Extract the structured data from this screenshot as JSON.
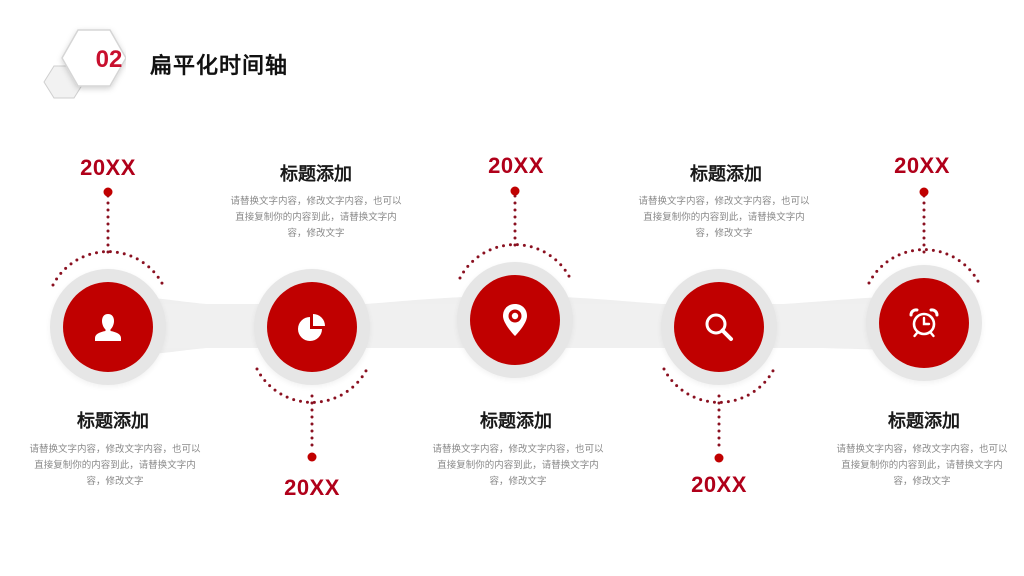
{
  "header": {
    "section_number": "02",
    "title": "扁平化时间轴"
  },
  "colors": {
    "accent": "#c00000",
    "year_text": "#b0001a",
    "ring": "#e6e6e6",
    "heading_text": "#1a1a1a",
    "desc_text": "#8a8a8a",
    "dot": "#7a1020"
  },
  "timeline": {
    "nodes": [
      {
        "icon": "user-icon",
        "year": "20XX",
        "year_position": "top",
        "heading": "标题添加",
        "desc": "请替换文字内容，修改文字内容，也可以直接复制你的内容到此，请替换文字内容，修改文字",
        "text_position": "bottom"
      },
      {
        "icon": "pie-chart-icon",
        "year": "20XX",
        "year_position": "bottom",
        "heading": "标题添加",
        "desc": "请替换文字内容，修改文字内容，也可以直接复制你的内容到此，请替换文字内容，修改文字",
        "text_position": "top"
      },
      {
        "icon": "location-pin-icon",
        "year": "20XX",
        "year_position": "top",
        "heading": "标题添加",
        "desc": "请替换文字内容，修改文字内容，也可以直接复制你的内容到此，请替换文字内容，修改文字",
        "text_position": "bottom"
      },
      {
        "icon": "search-icon",
        "year": "20XX",
        "year_position": "bottom",
        "heading": "标题添加",
        "desc": "请替换文字内容，修改文字内容，也可以直接复制你的内容到此，请替换文字内容，修改文字",
        "text_position": "top"
      },
      {
        "icon": "alarm-clock-icon",
        "year": "20XX",
        "year_position": "top",
        "heading": "标题添加",
        "desc": "请替换文字内容，修改文字内容，也可以直接复制你的内容到此，请替换文字内容，修改文字",
        "text_position": "bottom"
      }
    ]
  }
}
